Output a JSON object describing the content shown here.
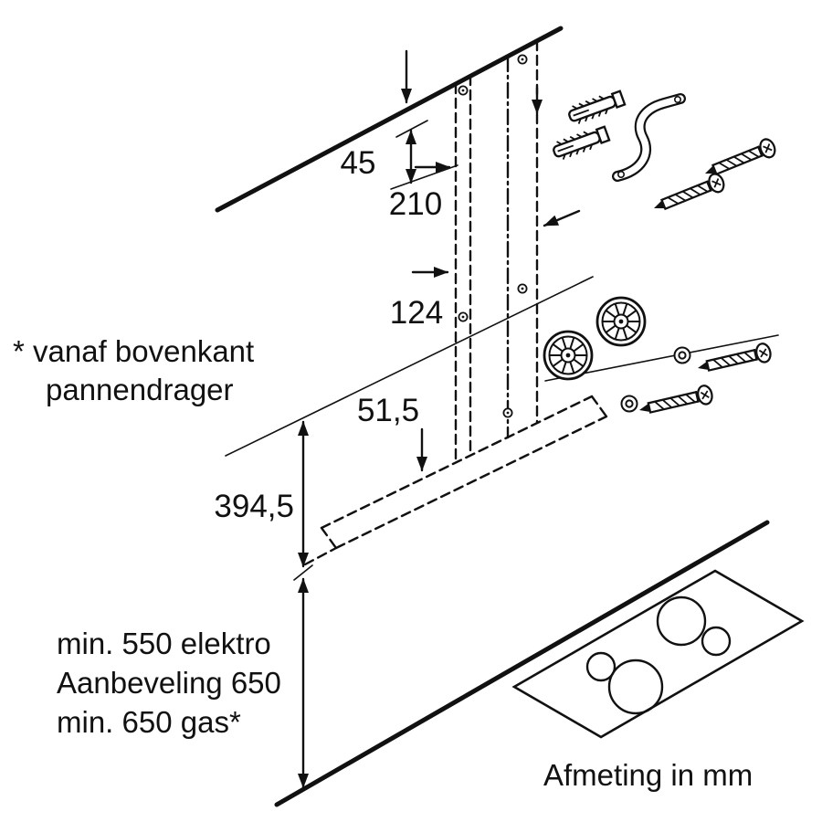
{
  "colors": {
    "ink": "#111111",
    "background": "#ffffff"
  },
  "diagram": {
    "dimensions": {
      "d45": "45",
      "d210": "210",
      "d124": "124",
      "d51_5": "51,5",
      "d394_5": "394,5"
    },
    "reference_note": {
      "line1": "* vanaf bovenkant",
      "line2": "pannendrager"
    },
    "clearance_note": {
      "line1": "min. 550 elektro",
      "line2": "Aanbeveling 650",
      "line3": "min. 650 gas*"
    },
    "footer": "Afmeting in mm",
    "hardware_icons": [
      "wall-plug-icon",
      "mounting-bracket-icon",
      "mounting-screw-icon",
      "washer-icon",
      "cover-cap-icon",
      "drill-hole-icon",
      "cooktop-icon"
    ]
  }
}
